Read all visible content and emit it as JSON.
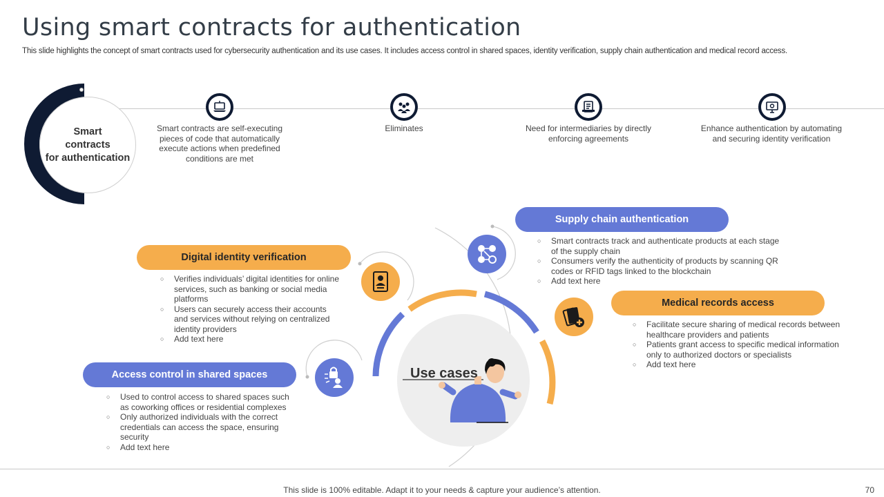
{
  "header": {
    "title": "Using smart contracts for authentication",
    "subtitle": "This slide highlights the concept of smart contracts used for cybersecurity authentication and its use cases. It includes access control in shared spaces, identity verification, supply chain authentication and medical record access."
  },
  "intro": {
    "label_line1": "Smart",
    "label_line2": "contracts",
    "label_line3": "for authentication",
    "steps": [
      {
        "icon": "laptop-icon",
        "text": "Smart contracts are self-executing pieces of code that automatically execute actions when predefined conditions are met"
      },
      {
        "icon": "team-icon",
        "text": "Eliminates"
      },
      {
        "icon": "document-list-icon",
        "text": "Need for intermediaries by directly enforcing agreements"
      },
      {
        "icon": "monitor-gear-icon",
        "text": "Enhance authentication by automating and securing identity verification"
      }
    ]
  },
  "center": {
    "label": "Use cases"
  },
  "use_cases": {
    "digital_identity": {
      "title": "Digital identity verification",
      "icon": "id-card-icon",
      "bullets": [
        "Verifies individuals’ digital identities for online services, such as banking or social media platforms",
        "Users can securely access their accounts and services without relying on centralized identity providers",
        "Add text here"
      ]
    },
    "access_control": {
      "title": "Access control in shared spaces",
      "icon": "user-lock-icon",
      "bullets": [
        "Used to control access to shared spaces such as coworking offices or residential complexes",
        "Only authorized individuals with the correct credentials can access the space, ensuring security",
        "Add text here"
      ]
    },
    "supply_chain": {
      "title": "Supply chain authentication",
      "icon": "network-nodes-icon",
      "bullets": [
        "Smart contracts track and authenticate products at each stage of the supply chain",
        "Consumers verify the authenticity of products by scanning QR codes or RFID tags linked to the blockchain",
        "Add text here"
      ]
    },
    "medical_records": {
      "title": "Medical records access",
      "icon": "medical-file-icon",
      "bullets": [
        "Facilitate secure sharing of medical records between healthcare providers and patients",
        "Patients grant access to specific medical information only to authorized doctors or specialists",
        "Add text here"
      ]
    }
  },
  "colors": {
    "dark": "#0f1b33",
    "orange": "#f5ad4c",
    "blue": "#6479d6"
  },
  "footer": {
    "note": "This slide is 100% editable. Adapt it to your needs & capture your audience’s attention.",
    "page": "70"
  }
}
